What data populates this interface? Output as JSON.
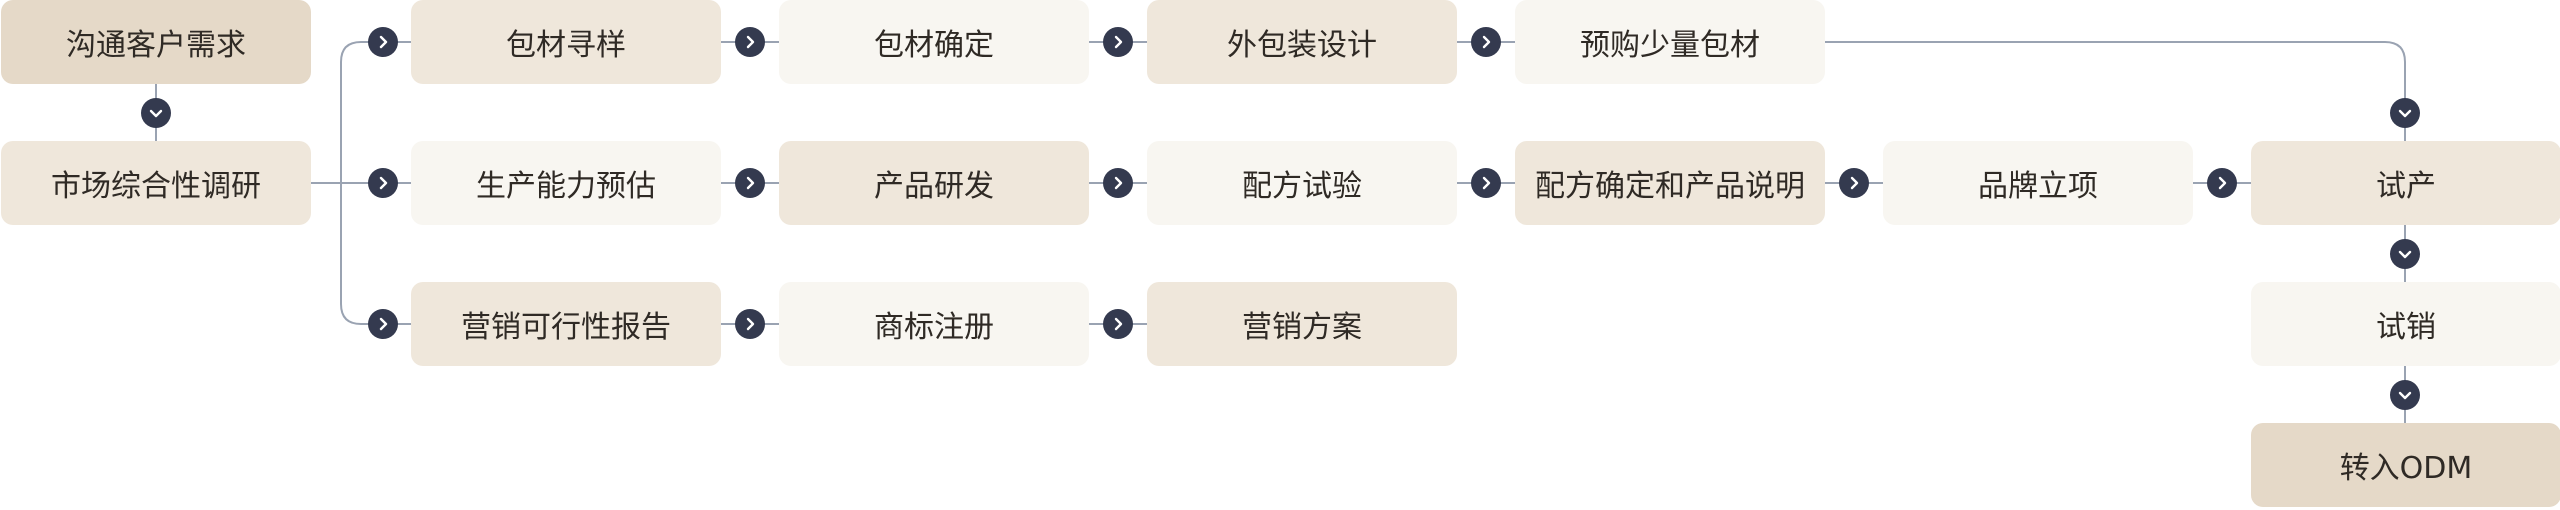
{
  "nodes": {
    "n1": "沟通客户需求",
    "n2": "市场综合性调研",
    "n3": "包材寻样",
    "n4": "包材确定",
    "n5": "外包装设计",
    "n6": "预购少量包材",
    "n7": "生产能力预估",
    "n8": "产品研发",
    "n9": "配方试验",
    "n10": "配方确定和产品说明",
    "n11": "品牌立项",
    "n12": "试产",
    "n13": "营销可行性报告",
    "n14": "商标注册",
    "n15": "营销方案",
    "n16": "试销",
    "n17": "转入ODM"
  },
  "colors": {
    "node_dark": "#e5d9c8",
    "node_mid": "#efe7db",
    "node_light": "#f8f6f1",
    "arrow": "#343a4f",
    "line": "#9aa3b2"
  },
  "icons": {
    "arrow_right": "chevron-right-icon",
    "arrow_down": "chevron-down-icon"
  }
}
